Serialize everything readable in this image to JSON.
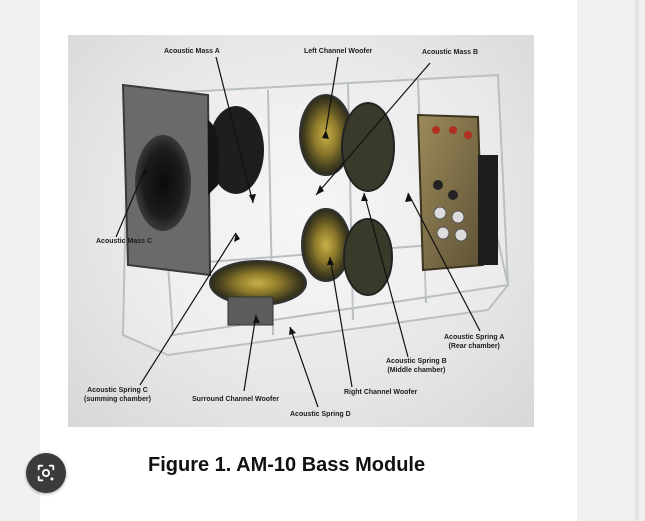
{
  "figure": {
    "caption": "Figure 1.  AM-10 Bass Module",
    "labels": {
      "acoustic_mass_a": "Acoustic Mass A",
      "left_channel_woofer": "Left Channel Woofer",
      "acoustic_mass_b": "Acoustic Mass B",
      "acoustic_mass_c": "Acoustic Mass C",
      "acoustic_spring_a_l1": "Acoustic Spring A",
      "acoustic_spring_a_l2": "(Rear chamber)",
      "acoustic_spring_b_l1": "Acoustic Spring B",
      "acoustic_spring_b_l2": "(Middle chamber)",
      "right_channel_woofer": "Right Channel Woofer",
      "acoustic_spring_c_l1": "Acoustic Spring C",
      "acoustic_spring_c_l2": "(summing chamber)",
      "surround_channel_woofer": "Surround Channel Woofer",
      "acoustic_spring_d": "Acoustic Spring D"
    }
  },
  "lens_button": {
    "icon": "lens-search-icon"
  }
}
